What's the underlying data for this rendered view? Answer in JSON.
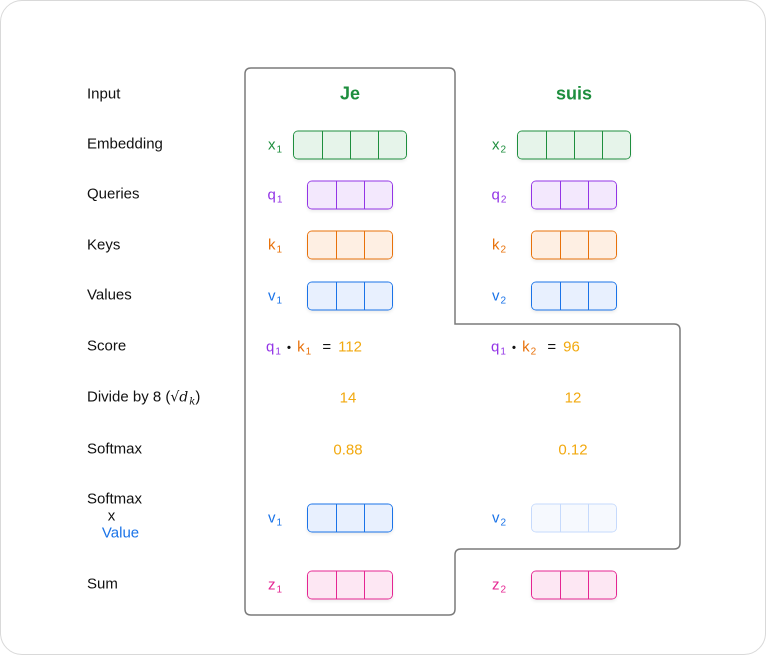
{
  "rows": {
    "input": "Input",
    "embedding": "Embedding",
    "queries": "Queries",
    "keys": "Keys",
    "values": "Values",
    "score": "Score",
    "divide": "Divide by 8 (",
    "divide_close": ")",
    "divide_math": "√d",
    "divide_math_sub": "k",
    "softmax": "Softmax",
    "softmax_value_1": "Softmax",
    "softmax_value_2": "x",
    "softmax_value_3": "Value",
    "sum": "Sum"
  },
  "words": {
    "w1": "Je",
    "w2": "suis"
  },
  "symbols": {
    "x": "x",
    "q": "q",
    "k": "k",
    "v": "v",
    "z": "z",
    "i1": "1",
    "i2": "2",
    "eq": "=",
    "dot": "•"
  },
  "scores": {
    "s1": "112",
    "s2": "96"
  },
  "divided": {
    "d1": "14",
    "d2": "12"
  },
  "softmax": {
    "p1": "0.88",
    "p2": "0.12"
  },
  "colors": {
    "embedding": "#1e8e3e",
    "query": "#9334e6",
    "key": "#e8710a",
    "value": "#1a73e8",
    "sum": "#e52592",
    "number": "#f2a90f"
  }
}
